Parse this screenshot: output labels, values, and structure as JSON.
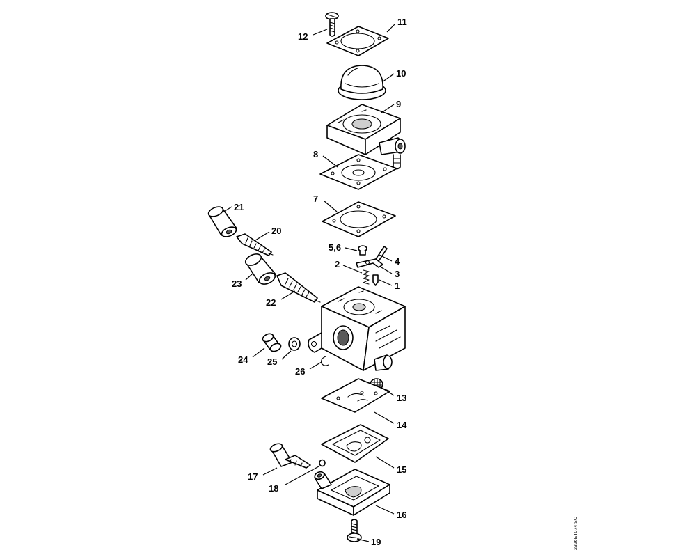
{
  "callouts": [
    {
      "id": "c11",
      "label": "11"
    },
    {
      "id": "c12",
      "label": "12"
    },
    {
      "id": "c10",
      "label": "10"
    },
    {
      "id": "c9",
      "label": "9"
    },
    {
      "id": "c8",
      "label": "8"
    },
    {
      "id": "c7",
      "label": "7"
    },
    {
      "id": "c21",
      "label": "21"
    },
    {
      "id": "c20",
      "label": "20"
    },
    {
      "id": "c56",
      "label": "5,6"
    },
    {
      "id": "c4",
      "label": "4"
    },
    {
      "id": "c2",
      "label": "2"
    },
    {
      "id": "c3",
      "label": "3"
    },
    {
      "id": "c1",
      "label": "1"
    },
    {
      "id": "c23",
      "label": "23"
    },
    {
      "id": "c22",
      "label": "22"
    },
    {
      "id": "c24",
      "label": "24"
    },
    {
      "id": "c25",
      "label": "25"
    },
    {
      "id": "c26",
      "label": "26"
    },
    {
      "id": "c13",
      "label": "13"
    },
    {
      "id": "c14",
      "label": "14"
    },
    {
      "id": "c15",
      "label": "15"
    },
    {
      "id": "c17",
      "label": "17"
    },
    {
      "id": "c18",
      "label": "18"
    },
    {
      "id": "c16",
      "label": "16"
    },
    {
      "id": "c19",
      "label": "19"
    }
  ],
  "drawing_ref": "2326ET074 SC"
}
